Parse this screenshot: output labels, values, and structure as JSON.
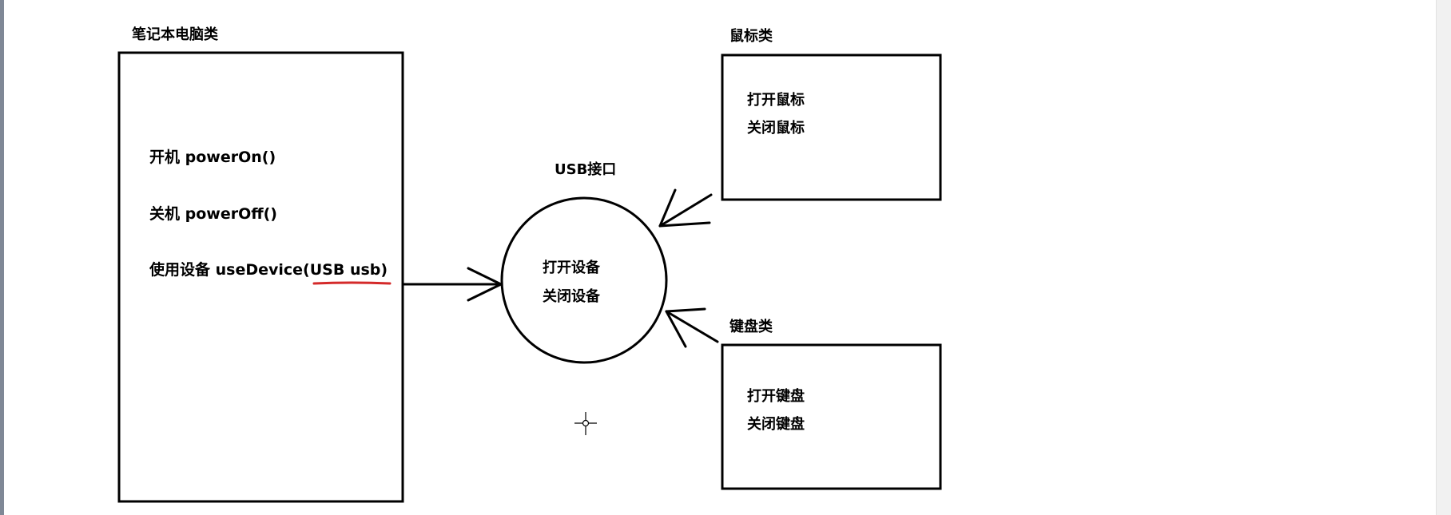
{
  "laptop": {
    "title": "笔记本电脑类",
    "methods": [
      "开机 powerOn()",
      "关机 powerOff()"
    ],
    "use_prefix": "使用设备 useDevice(",
    "use_param": "USB usb)"
  },
  "usb": {
    "title": "USB接口",
    "methods": [
      "打开设备",
      "关闭设备"
    ]
  },
  "mouse": {
    "title": "鼠标类",
    "methods": [
      "打开鼠标",
      "关闭鼠标"
    ]
  },
  "keyboard": {
    "title": "键盘类",
    "methods": [
      "打开键盘",
      "关闭键盘"
    ]
  },
  "colors": {
    "stroke": "#000000",
    "underline": "#d42a2a",
    "background": "#ffffff"
  },
  "cursor_icon": "crosshair-cursor-icon"
}
